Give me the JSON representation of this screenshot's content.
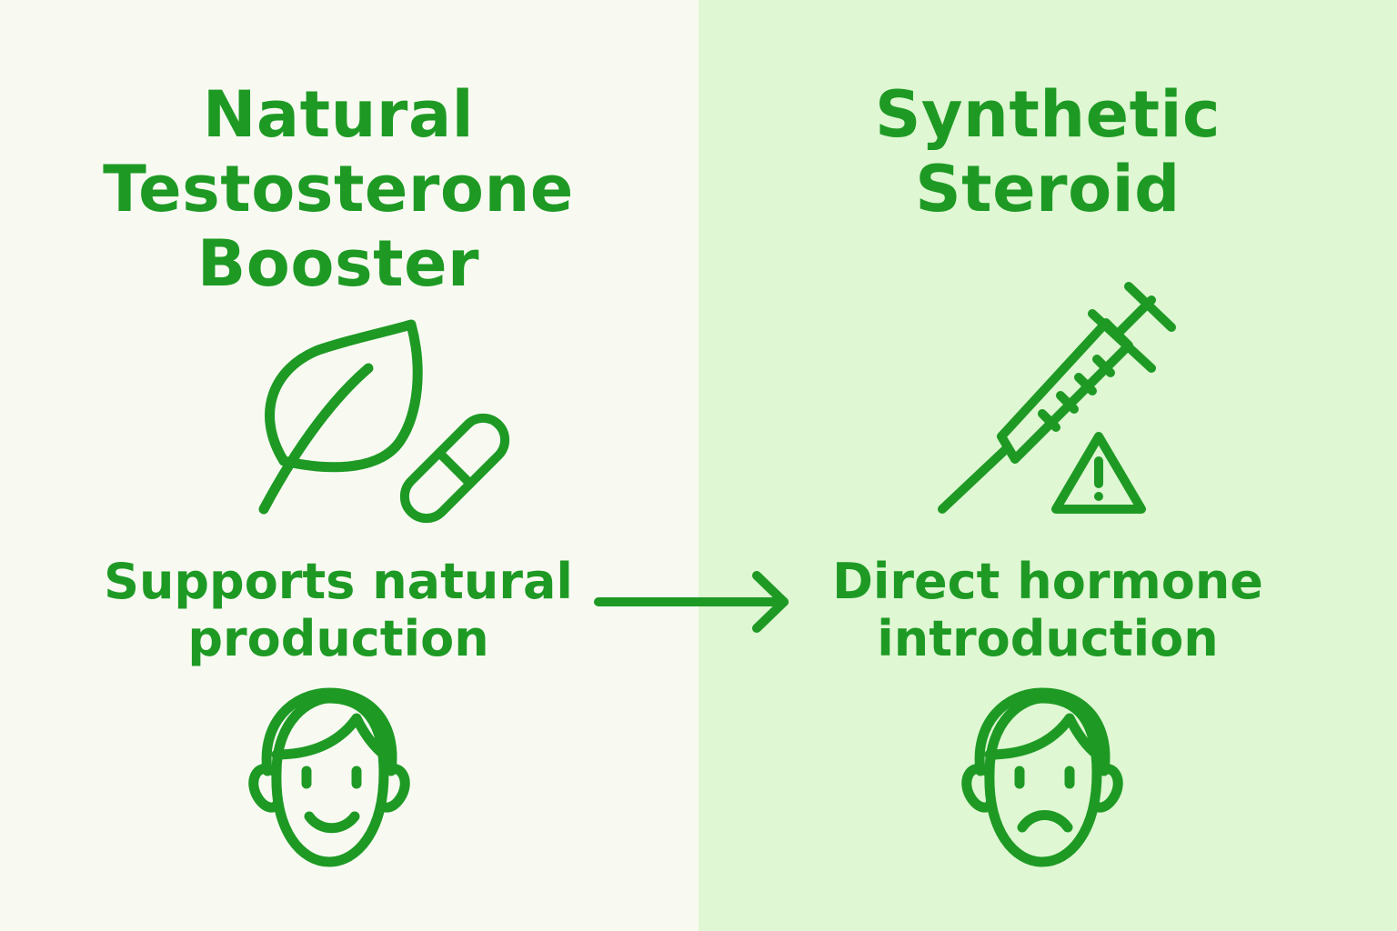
{
  "colors": {
    "accent": "#1e9a24",
    "left_background": "#f8faf2",
    "right_background": "#dff7d3"
  },
  "left": {
    "title_lines": [
      "Natural",
      "Testosterone",
      "Booster"
    ],
    "icons": [
      "leaf-icon",
      "capsule-icon",
      "happy-face-icon"
    ],
    "caption_lines": [
      "Supports natural",
      "production"
    ]
  },
  "right": {
    "title_lines": [
      "Synthetic",
      "Steroid"
    ],
    "icons": [
      "syringe-icon",
      "warning-triangle-icon",
      "sad-face-icon"
    ],
    "caption_lines": [
      "Direct hormone",
      "introduction"
    ]
  },
  "connector": {
    "icon": "arrow-right-icon"
  }
}
